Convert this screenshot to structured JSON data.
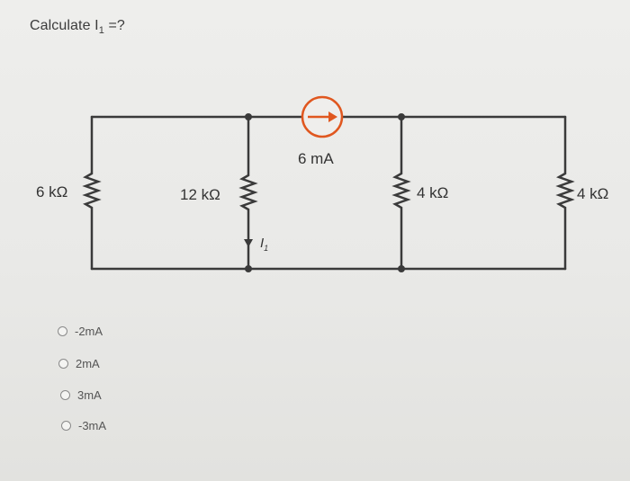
{
  "question": {
    "text": "Calculate I",
    "subscript": "1",
    "suffix": " =?"
  },
  "circuit": {
    "source_label": "6 mA",
    "r1_label": "6 kΩ",
    "r2_label": "12 kΩ",
    "r3_label": "4 kΩ",
    "r4_label": "4 kΩ",
    "current_label": "I",
    "current_subscript": "1"
  },
  "options": [
    {
      "label": "-2mA"
    },
    {
      "label": "2mA"
    },
    {
      "label": "3mA"
    },
    {
      "label": "-3mA"
    }
  ]
}
